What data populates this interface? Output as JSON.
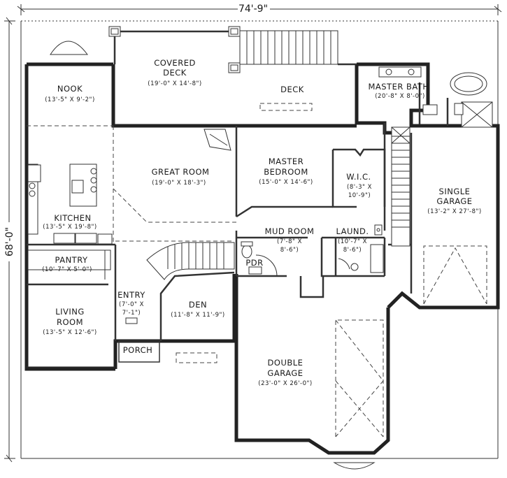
{
  "overall": {
    "width_label": "74'-9\"",
    "depth_label": "68'-0\""
  },
  "rooms": {
    "nook": {
      "name": "NOOK",
      "dims": "(13'-5\" X 9'-2\")"
    },
    "covered_deck": {
      "name1": "COVERED",
      "name2": "DECK",
      "dims": "(19'-0\" X 14'-8\")"
    },
    "deck": {
      "name": "DECK"
    },
    "master_bath": {
      "name": "MASTER BATH",
      "dims": "(20'-8\" X 8'-0\")"
    },
    "great_room": {
      "name": "GREAT ROOM",
      "dims": "(19'-0\" X 18'-3\")"
    },
    "master_bedroom": {
      "name1": "MASTER",
      "name2": "BEDROOM",
      "dims": "(15'-0\" X 14'-6\")"
    },
    "wic": {
      "name": "W.I.C.",
      "dims1": "(8'-3\" X",
      "dims2": "10'-9\")"
    },
    "single_garage": {
      "name1": "SINGLE",
      "name2": "GARAGE",
      "dims": "(13'-2\" X 27'-8\")"
    },
    "kitchen": {
      "name": "KITCHEN",
      "dims": "(13'-5\" X 19'-8\")"
    },
    "mud_room": {
      "name": "MUD ROOM",
      "dims1": "(7'-8\" X",
      "dims2": "8'-6\")"
    },
    "laundry": {
      "name": "LAUND.",
      "dims1": "(10'-7\" X",
      "dims2": "8'-6\")"
    },
    "pantry": {
      "name": "PANTRY",
      "dims": "(10'-7\" X 5'-0\")"
    },
    "powder": {
      "name": "PDR"
    },
    "entry": {
      "name": "ENTRY",
      "dims1": "(7'-0\" X",
      "dims2": "7'-1\")"
    },
    "den": {
      "name": "DEN",
      "dims": "(11'-8\" X 11'-9\")"
    },
    "living_room": {
      "name1": "LIVING",
      "name2": "ROOM",
      "dims": "(13'-5\" X 12'-6\")"
    },
    "porch": {
      "name": "PORCH"
    },
    "double_garage": {
      "name1": "DOUBLE",
      "name2": "GARAGE",
      "dims": "(23'-0\" X 26'-0\")"
    }
  }
}
